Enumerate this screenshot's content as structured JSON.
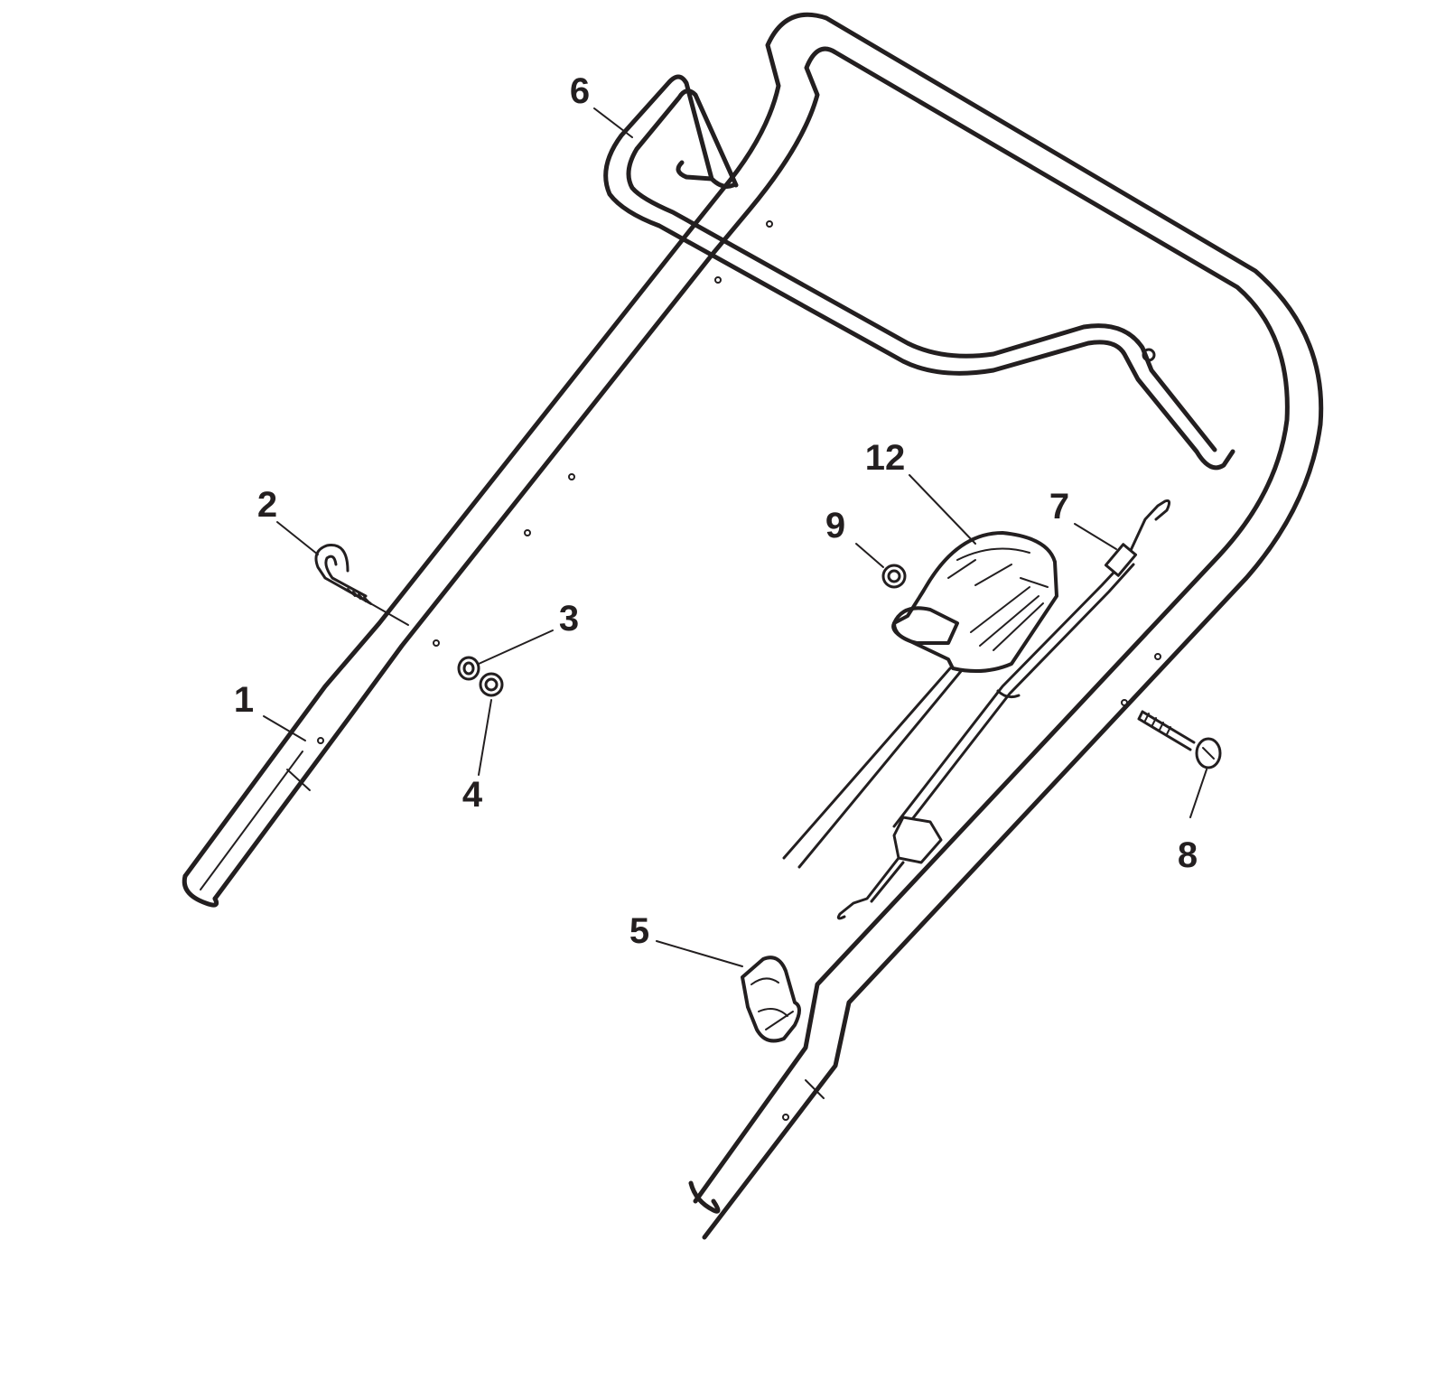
{
  "diagram": {
    "line_color": "#231f20",
    "fill_color": "#ffffff",
    "callouts": [
      {
        "id": "part-1",
        "label": "1"
      },
      {
        "id": "part-2",
        "label": "2"
      },
      {
        "id": "part-3",
        "label": "3"
      },
      {
        "id": "part-4",
        "label": "4"
      },
      {
        "id": "part-5",
        "label": "5"
      },
      {
        "id": "part-6",
        "label": "6"
      },
      {
        "id": "part-7",
        "label": "7"
      },
      {
        "id": "part-8",
        "label": "8"
      },
      {
        "id": "part-9",
        "label": "9"
      },
      {
        "id": "part-12",
        "label": "12"
      }
    ]
  }
}
